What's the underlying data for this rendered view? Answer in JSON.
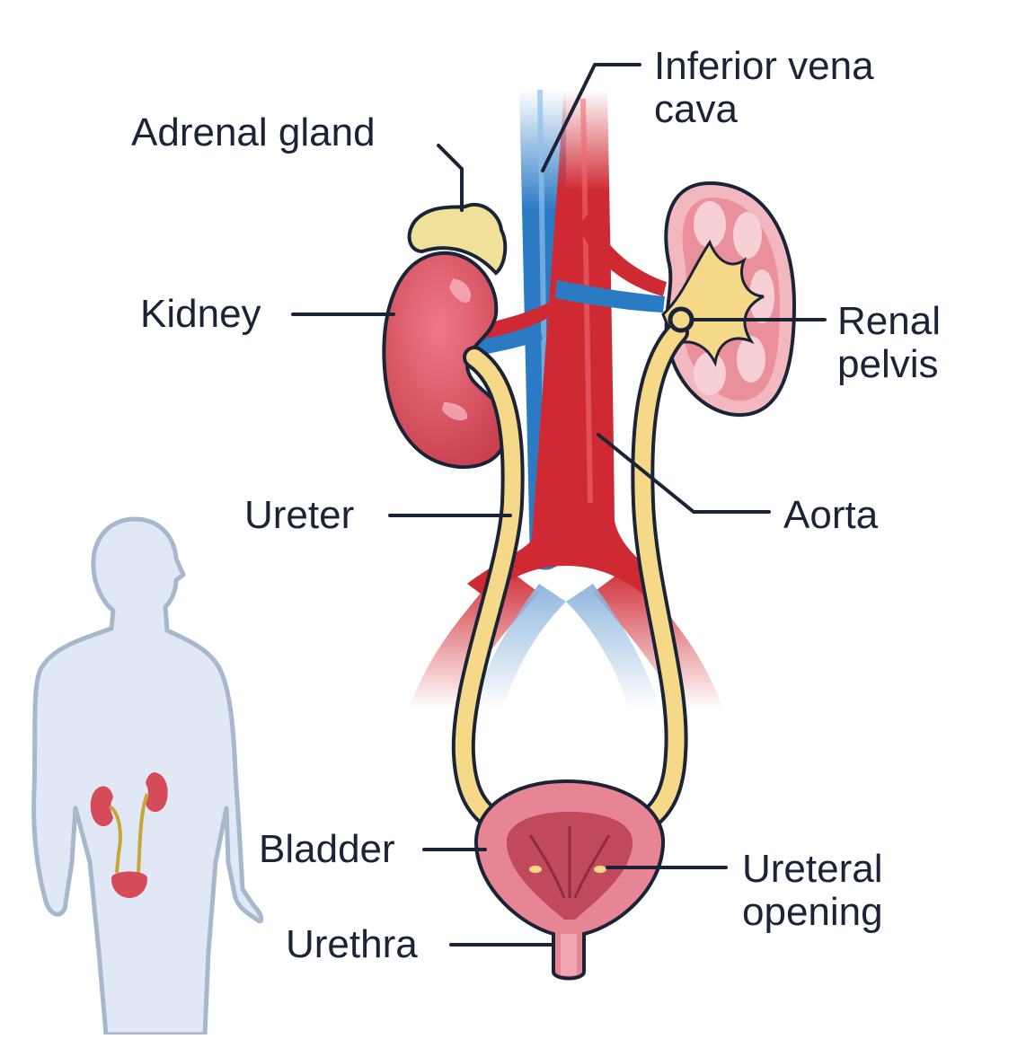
{
  "labels": {
    "ivc": [
      "Inferior vena",
      "cava"
    ],
    "adrenal": [
      "Adrenal gland"
    ],
    "kidney": [
      "Kidney"
    ],
    "renal_pelvis": [
      "Renal",
      "pelvis"
    ],
    "ureter": [
      "Ureter"
    ],
    "aorta": [
      "Aorta"
    ],
    "bladder": [
      "Bladder"
    ],
    "ureteral_opening": [
      "Ureteral",
      "opening"
    ],
    "urethra": [
      "Urethra"
    ]
  },
  "colors": {
    "label_text": "#1b2437",
    "aorta_red": "#cf2a33",
    "vena_blue": "#2b7bc4",
    "kidney_pink": "#e05566",
    "kidney_cut": "#f3b7bf",
    "adrenal_yellow": "#f0e19a",
    "ureter_yellow": "#f5d888",
    "body_silhouette": "#dfe8f4",
    "body_outline": "#a8b8cc"
  }
}
